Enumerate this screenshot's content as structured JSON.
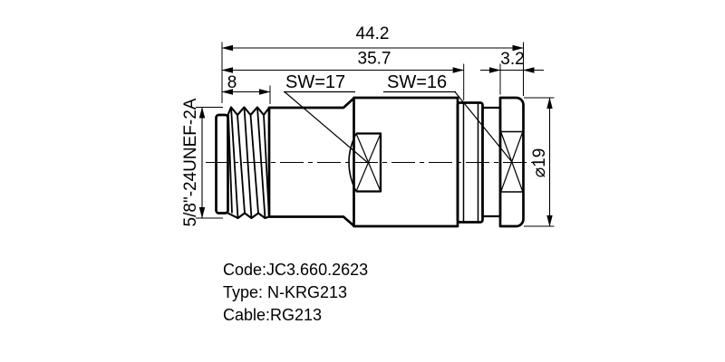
{
  "drawing": {
    "dimensions": {
      "total_length": "44.2",
      "body_length": "35.7",
      "flange_thickness": "3.2",
      "thread_length": "8",
      "wrench_size_front": "SW=17",
      "wrench_size_rear": "SW=16",
      "flange_diameter": "⌀19",
      "thread_spec": "5/8\"-24UNEF-2A"
    },
    "notes": {
      "code": "Code:JC3.660.2623",
      "type": "Type: N-KRG213",
      "cable": "Cable:RG213"
    },
    "colors": {
      "line": "#000000",
      "background": "#ffffff"
    }
  }
}
